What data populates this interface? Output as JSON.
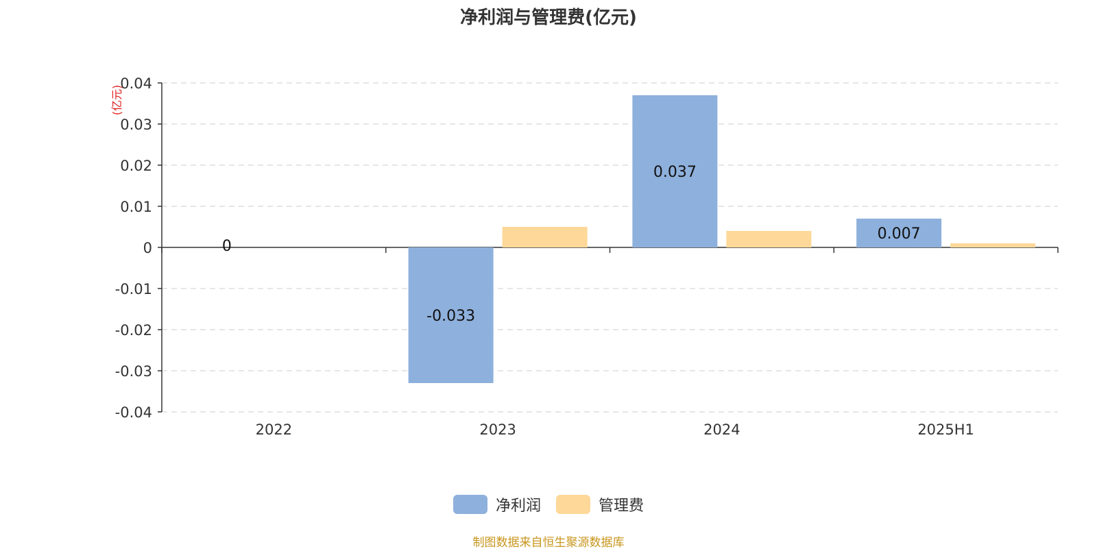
{
  "chart_data": {
    "type": "bar",
    "title": "净利润与管理费(亿元)",
    "ylabel": "(亿元)",
    "xlabel": "",
    "categories": [
      "2022",
      "2023",
      "2024",
      "2025H1"
    ],
    "series": [
      {
        "name": "净利润",
        "values": [
          0,
          -0.033,
          0.037,
          0.007
        ],
        "labels": [
          "0",
          "-0.033",
          "0.037",
          "0.007"
        ],
        "color": "#8eb0dc"
      },
      {
        "name": "管理费",
        "values": [
          0,
          0.005,
          0.004,
          0.001
        ],
        "labels": [],
        "color": "#fdd899"
      }
    ],
    "ylim": [
      -0.04,
      0.04
    ],
    "yticks": [
      0.04,
      0.03,
      0.02,
      0.01,
      0,
      -0.01,
      -0.02,
      -0.03,
      -0.04
    ],
    "ytick_labels": [
      "0.04",
      "0.03",
      "0.02",
      "0.01",
      "0",
      "-0.01",
      "-0.02",
      "-0.03",
      "-0.04"
    ],
    "grid": true,
    "legend_position": "bottom-center"
  },
  "source_note": "制图数据来自恒生聚源数据库"
}
